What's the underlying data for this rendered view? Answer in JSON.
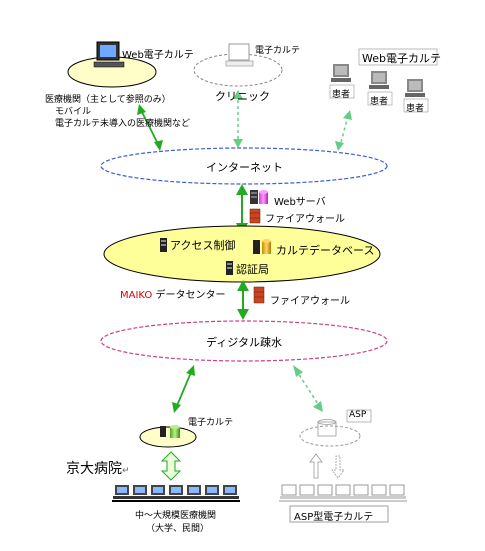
{
  "clinic_left": {
    "title": "Web電子カルテ",
    "notes": [
      "医療機関（主として参照のみ）",
      "モバイル",
      "電子カルテ未導入の医療機関など"
    ]
  },
  "clinic_center": {
    "title": "電子カルテ",
    "label": "クリニック"
  },
  "patients_group": {
    "title": "Web電子カルテ",
    "patient_labels": [
      "患者",
      "患者",
      "患者"
    ]
  },
  "internet_label": "インターネット",
  "web_server_label": "Webサーバ",
  "firewall_upper_label": "ファイアウォール",
  "datacenter": {
    "access_control": "アクセス制御",
    "chart_db": "カルテデータベース",
    "cert_authority": "認証局",
    "name_prefix": "MAIKO",
    "name_suffix": " データセンター"
  },
  "firewall_lower_label": "ファイアウォール",
  "digital_net_label": "ディジタル疎水",
  "hospital": {
    "system_label": "電子カルテ",
    "name": "京大病院",
    "return_mark": "↵",
    "caption_line1": "中～大規模医療機関",
    "caption_line2": "（大学、民間）"
  },
  "asp": {
    "box_label": "ASP",
    "caption": "ASP型電子カルテ"
  },
  "colors": {
    "internet_ellipse": "#3f5fcc",
    "digital_ellipse": "#cc3f88",
    "datacenter_fill": "#ffff99",
    "solid_arrow": "#22aa22",
    "dashed_arrow": "#66cc88",
    "maiko_red": "#dd0000"
  }
}
